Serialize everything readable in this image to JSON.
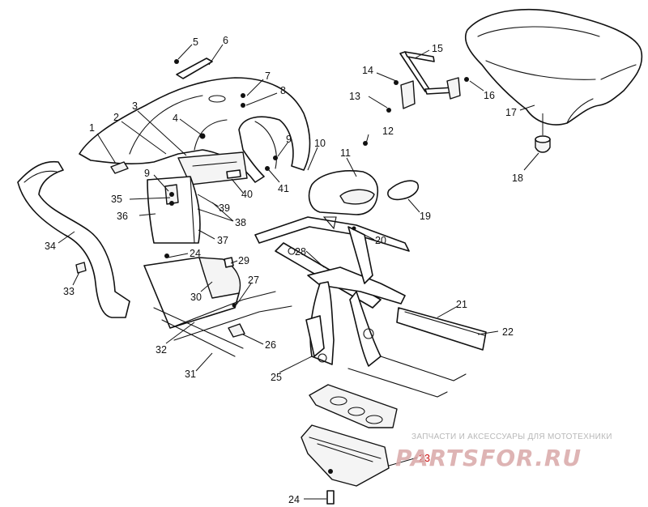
{
  "callouts": [
    {
      "id": "1",
      "text": "1"
    },
    {
      "id": "2",
      "text": "2"
    },
    {
      "id": "3",
      "text": "3"
    },
    {
      "id": "4",
      "text": "4"
    },
    {
      "id": "5",
      "text": "5"
    },
    {
      "id": "6",
      "text": "6"
    },
    {
      "id": "7",
      "text": "7"
    },
    {
      "id": "8",
      "text": "8"
    },
    {
      "id": "9a",
      "text": "9"
    },
    {
      "id": "9b",
      "text": "9"
    },
    {
      "id": "10",
      "text": "10"
    },
    {
      "id": "11",
      "text": "11"
    },
    {
      "id": "12",
      "text": "12"
    },
    {
      "id": "13",
      "text": "13"
    },
    {
      "id": "14",
      "text": "14"
    },
    {
      "id": "15",
      "text": "15"
    },
    {
      "id": "16",
      "text": "16"
    },
    {
      "id": "17",
      "text": "17"
    },
    {
      "id": "18",
      "text": "18"
    },
    {
      "id": "19",
      "text": "19"
    },
    {
      "id": "20",
      "text": "20"
    },
    {
      "id": "21",
      "text": "21"
    },
    {
      "id": "22",
      "text": "22"
    },
    {
      "id": "23",
      "text": "23"
    },
    {
      "id": "24a",
      "text": "24"
    },
    {
      "id": "24b",
      "text": "24"
    },
    {
      "id": "25",
      "text": "25"
    },
    {
      "id": "26",
      "text": "26"
    },
    {
      "id": "27",
      "text": "27"
    },
    {
      "id": "28",
      "text": "28"
    },
    {
      "id": "29",
      "text": "29"
    },
    {
      "id": "30",
      "text": "30"
    },
    {
      "id": "31",
      "text": "31"
    },
    {
      "id": "32",
      "text": "32"
    },
    {
      "id": "33",
      "text": "33"
    },
    {
      "id": "34",
      "text": "34"
    },
    {
      "id": "35",
      "text": "35"
    },
    {
      "id": "36",
      "text": "36"
    },
    {
      "id": "37",
      "text": "37"
    },
    {
      "id": "38",
      "text": "38"
    },
    {
      "id": "39",
      "text": "39"
    },
    {
      "id": "40",
      "text": "40"
    },
    {
      "id": "41",
      "text": "41"
    }
  ],
  "watermark": {
    "caption": "ЗАПЧАСТИ И АКСЕССУАРЫ ДЛЯ МОТОТЕХНИКИ",
    "logo": "PARTSFOR.RU"
  },
  "colors": {
    "line": "#111111",
    "highlight_callout": "#cc1111",
    "watermark_caption": "#b8b8b8",
    "watermark_logo": "#d9a8a8"
  }
}
